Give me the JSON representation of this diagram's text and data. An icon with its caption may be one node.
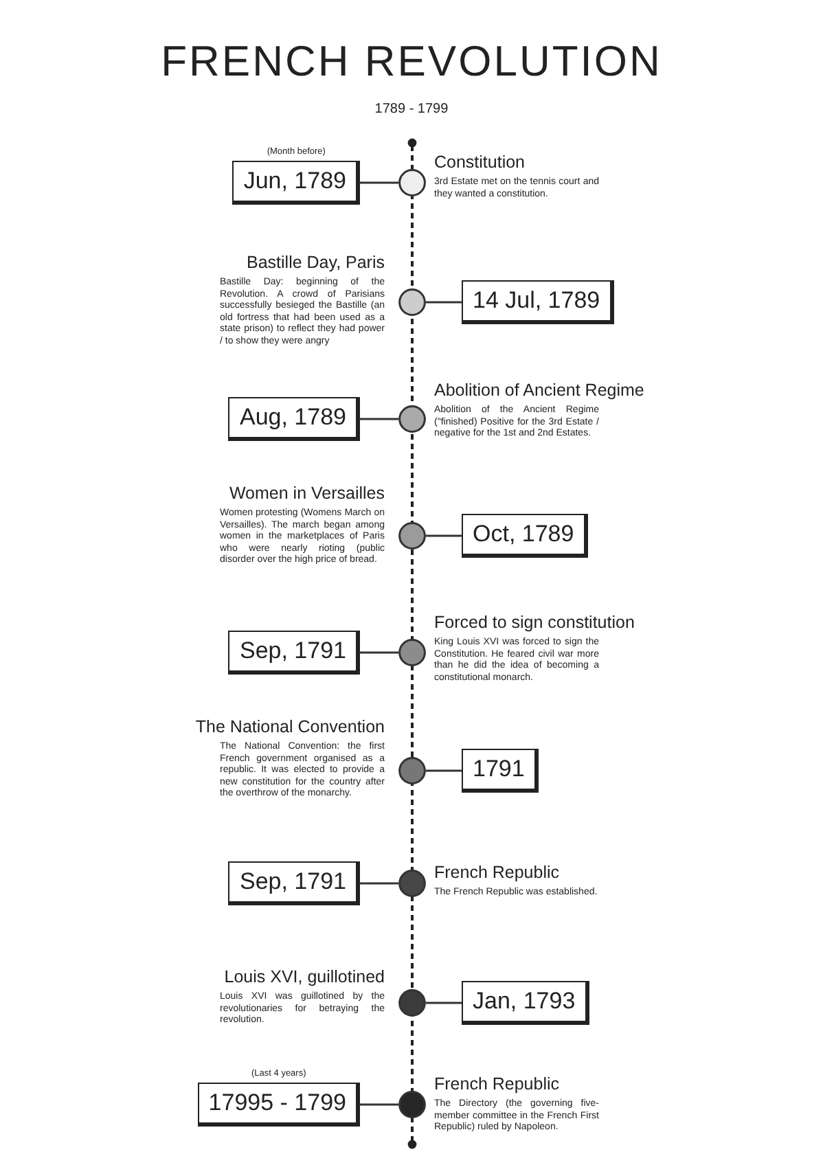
{
  "diagram": {
    "title": "FRENCH REVOLUTION",
    "nodes": [
      {
        "text": [
          "Jun, 1789"
        ],
        "beside": [
          "(Month before)"
        ]
      },
      {
        "text": [],
        "shape": "circle",
        "beside": [
          "Constitution",
          "3rd Estate met on the tennis court and they wanted a constitution."
        ]
      },
      {
        "text": [],
        "shape": "circle",
        "beside": [
          "Bastille Day, Paris",
          "Bastille Day: beginning of the Revolution. A crowd of Parisians successfully besieged the Bastille (an old fortress that had been used as a state prison) to reflect they had power / to show they were angry"
        ]
      },
      {
        "text": [
          "14 Jul, 1789"
        ]
      },
      {
        "text": [
          "Aug, 1789"
        ]
      },
      {
        "text": [],
        "shape": "circle",
        "beside": [
          "Abolition of Ancient Regime",
          "Abolition of the Ancient Regime (\"finished) Positive for the 3rd Estate / negative for the 1st and 2nd Estates."
        ]
      },
      {
        "text": [],
        "shape": "circle",
        "beside": [
          "Women in Versailles",
          "Women protesting (Womens March on Versailles). The march began among women in the marketplaces of Paris who were nearly rioting (public disorder over the high price of bread."
        ]
      },
      {
        "text": [
          "Oct, 1789"
        ]
      },
      {
        "text": [
          "Sep, 1791"
        ]
      },
      {
        "text": [],
        "shape": "circle",
        "beside": [
          "Forced to sign constitution",
          "King Louis XVI was forced to sign the Constitution. He feared civil war more than he did the idea of becoming a constitutional monarch."
        ]
      },
      {
        "text": [],
        "shape": "circle",
        "beside": [
          "The National Convention",
          "The National Convention: the first French government organised as a republic. It was elected to provide a new constitution for the country after the overthrow of the monarchy."
        ]
      },
      {
        "text": [
          "1791"
        ]
      },
      {
        "text": [
          "Sep, 1791"
        ]
      },
      {
        "text": [],
        "shape": "circle",
        "beside": [
          "French Republic",
          "The French Republic was established."
        ]
      },
      {
        "text": [],
        "shape": "circle",
        "beside": [
          "Louis XVI, guillotined",
          "Louis XVI was guillotined by the revolutionaries for betraying the revolution."
        ]
      },
      {
        "text": [
          "Jan, 1793"
        ]
      },
      {
        "text": [
          "17995 - 1799"
        ],
        "beside": [
          "(Last 4 years)"
        ]
      },
      {
        "text": [],
        "shape": "circle",
        "beside": [
          "French Republic",
          "The Directory (the governing five-member committee in the French First Republic) ruled by Napoleon."
        ]
      }
    ],
    "edges": [
      {
        "from": 0,
        "to": 1,
        "arrow": "none"
      },
      {
        "from": 2,
        "to": 3,
        "arrow": "none"
      },
      {
        "from": 4,
        "to": 5,
        "arrow": "none"
      },
      {
        "from": 6,
        "to": 7,
        "arrow": "none"
      },
      {
        "from": 8,
        "to": 9,
        "arrow": "none"
      },
      {
        "from": 10,
        "to": 11,
        "arrow": "none"
      },
      {
        "from": 12,
        "to": 13,
        "arrow": "none"
      },
      {
        "from": 14,
        "to": 15,
        "arrow": "none"
      },
      {
        "from": 16,
        "to": 17,
        "arrow": "none"
      }
    ],
    "labels": [
      "1789 - 1799"
    ]
  }
}
